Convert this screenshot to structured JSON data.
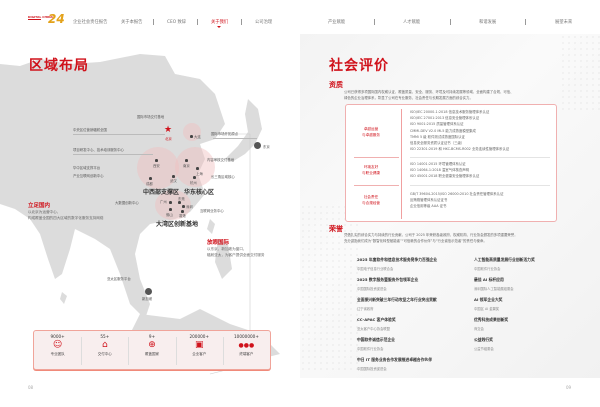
{
  "header": {
    "logo_text": "DIGITAL CHINA",
    "logo_badge": "24",
    "nav": [
      "企业社会责任报告",
      "关于本报告",
      "CEO 致辞",
      "关于我们",
      "公司治理",
      "产业赋能",
      "人才赋能",
      "和谐发展",
      "展望未来"
    ],
    "active": "关于我们"
  },
  "left": {
    "title": "区域布局",
    "domestic": {
      "title": "立足国内",
      "lines": [
        "以北京为运营中心，",
        "构成覆盖全国的四大区域的数字化服务支持网络"
      ]
    },
    "international": {
      "title": "放眼国际",
      "lines": [
        "以东京、新加坡为窗口，",
        "辐射亚太，为客户提供全面交付服务"
      ]
    },
    "labels": {
      "intl_delivery": "国际市场交付基地",
      "central": "中央区位营销辐射全国",
      "rnd": "项目研发中心、技术培训服务中心",
      "central_platform": "华中区域支撑平台",
      "industry": "产业互联网创新中心",
      "bigdata": "大数据创新中心",
      "intl_origin": "国际市场开拓原点",
      "content": "内容审核交付基地",
      "yangtze": "长三角区域核心",
      "internet": "互联网业务中心",
      "apac": "亚太区服务平台"
    },
    "cities": {
      "beijing": "北京",
      "dalian": "大连",
      "tokyo": "东京",
      "xian": "西安",
      "nanjing": "南京",
      "shanghai": "上海",
      "hangzhou": "杭州",
      "chengdu": "成都",
      "wuhan": "武汉",
      "guangzhou": "广州",
      "dongguan": "东莞",
      "shenzhen": "深圳",
      "foshan": "佛山",
      "hongkong": "香港",
      "singapore": "新加坡"
    },
    "regions": {
      "west": "中西部支撑区",
      "east": "华东核心区",
      "bay": "大湾区创新基地"
    },
    "stats": [
      {
        "value": "9000+",
        "label": "专业团队",
        "icon": "team-icon",
        "glyph": "☺"
      },
      {
        "value": "55+",
        "label": "交付中心",
        "icon": "delivery-center-icon",
        "glyph": "⌂"
      },
      {
        "value": "9+",
        "label": "覆盖国家",
        "icon": "globe-icon",
        "glyph": "⊕"
      },
      {
        "value": "200000+",
        "label": "企业客户",
        "icon": "enterprise-icon",
        "glyph": "▣"
      },
      {
        "value": "10000000+",
        "label": "终端客户",
        "icon": "users-icon",
        "glyph": "●●●"
      }
    ],
    "page": "08"
  },
  "right": {
    "title": "社会评价",
    "qual": {
      "title": "资质",
      "desc": [
        "公司已获得多项国际国内权威认证，覆盖质量、安全、服务、环境及可持续发展等领域，全面构建了合规、可信、",
        "绿色的企业治理体系，彰显了公司在专业服务、社会责任与长期发展方面的综合实力。"
      ],
      "rows": [
        {
          "label": [
            "卓越运营",
            "与卓越服务"
          ],
          "items": [
            "ISO/IEC 20000-1:2018 信息技术服务管理体系认证",
            "ISO/IEC 27001:2013 信息安全管理体系认证",
            "ISO 9001:2015 质量管理体系认证",
            "CMMI-DEV V2.0 ML5 能力成熟度模型集成",
            "TMMi 5 级 软件测试成熟度国际认证",
            "信息安全服务资质认证证书（三级）",
            "ISO 22301:2019 和 HKC-BCMS-R002 业务连续性管理体系认证"
          ]
        },
        {
          "label": [
            "环境友好",
            "与职业健康"
          ],
          "items": [
            "ISO 14001:2015 环境管理体系认证",
            "ISO 14064-1:2018 温室气体核查声明",
            "ISO 45001:2018 职业健康安全管理体系认证"
          ]
        },
        {
          "label": [
            "社会责任",
            "与合规经营"
          ],
          "items": [
            "GB/T 39604-2015/ISO 26000:2010 社会责任管理体系认证",
            "反贿赂管理体系认证证书",
            "企业信用等级 AAA 证书"
          ]
        }
      ]
    },
    "honor": {
      "title": "荣誉",
      "desc": [
        "凭借扎实的综合实力与持续的行业贡献，公司于 2025 年荣获各级政府、权威机构、行业协会颁发的多项重要荣誉，",
        "充分激励我们成为“数智化转型赋能者”“可信赖的合作伙伴”与“行业诚信示范者”的责任与使命。"
      ],
      "awards": [
        {
          "name": "2025 年度软件和信息技术服务竞争力百强企业",
          "org": "中国电子信息行业联合会"
        },
        {
          "name": "人工智能高质量发展行业创新活力奖",
          "org": "中国软件行业协会"
        },
        {
          "name": "2025 数字服务暨服务外包领军企业",
          "org": "中国国际投资促进会"
        },
        {
          "name": "最佳 AI 标杆应用",
          "org": "深圳国际人工智能展组委会"
        },
        {
          "name": "全面振兴新突破三年行动攻坚之年行业突出贡献",
          "org": "辽宁省政府"
        },
        {
          "name": "AI 领军企业大奖",
          "org": "中国区 AI 金翼奖"
        },
        {
          "name": "CC-APAC 客户体验奖",
          "org": "亚太客户中心协会联盟"
        },
        {
          "name": "优秀科技成果创新奖",
          "org": "商交会"
        },
        {
          "name": "中国软件诚信示范企业",
          "org": "中国软件行业协会"
        },
        {
          "name": "公益践行奖",
          "org": "公益节组委会"
        },
        {
          "name": "中日 IT 服务业务合作发展推进卓越合作伙伴",
          "org": "中国国际投资促进会"
        }
      ]
    },
    "page": "09"
  },
  "colors": {
    "brand": "#d0121b",
    "map": "#dcdcdc"
  }
}
